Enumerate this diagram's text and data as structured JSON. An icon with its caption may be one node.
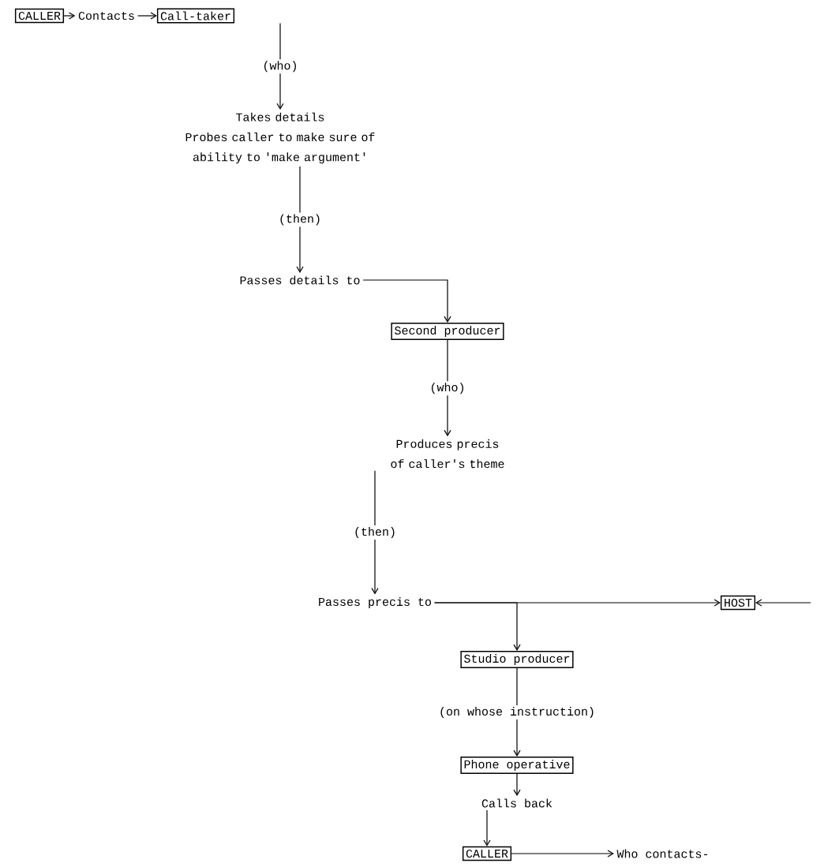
{
  "diagram": {
    "nodes": [
      {
        "text": [
          "CALLER"
        ]
      },
      {
        "text": [
          "Contacts"
        ]
      },
      {
        "text": [
          "Call-taker"
        ]
      },
      {
        "text": [
          "Takes details",
          "Probes caller to make sure of ability to 'make argument'"
        ]
      },
      {
        "text": [
          "Passes details to"
        ]
      },
      {
        "text": [
          "Second producer"
        ]
      },
      {
        "text": [
          "Produces precis of caller's theme"
        ]
      },
      {
        "text": [
          "Passes precis to"
        ]
      },
      {
        "text": [
          "HOST"
        ]
      },
      {
        "text": [
          "Studio producer"
        ]
      },
      {
        "text": [
          "Phone operative"
        ]
      },
      {
        "text": [
          "Calls back"
        ]
      },
      {
        "text": [
          "CALLER"
        ]
      },
      {
        "text": [
          "Who contacts-"
        ]
      }
    ],
    "edges": [
      {
        "from": 0,
        "to": 1,
        "arrow": "to"
      },
      {
        "from": 1,
        "to": 2,
        "arrow": "to"
      },
      {
        "from": 2,
        "to": 3,
        "arrow": "to",
        "label": "(who)"
      },
      {
        "from": 3,
        "to": 4,
        "arrow": "to",
        "label": "(then)"
      },
      {
        "from": 4,
        "to": 5,
        "arrow": "to"
      },
      {
        "from": 5,
        "to": 6,
        "arrow": "to",
        "label": "(who)"
      },
      {
        "from": 6,
        "to": 7,
        "arrow": "to",
        "label": "(then)"
      },
      {
        "from": 7,
        "to": 8,
        "arrow": "to"
      },
      {
        "from": 7,
        "to": 9,
        "arrow": "to"
      },
      {
        "from": 9,
        "to": 10,
        "arrow": "to",
        "label": "(on whose instruction)"
      },
      {
        "from": 10,
        "to": 11,
        "arrow": "to"
      },
      {
        "from": 11,
        "to": 12,
        "arrow": "to"
      },
      {
        "from": 12,
        "to": 13,
        "arrow": "to"
      },
      {
        "from": null,
        "to": 8,
        "arrow": "to"
      }
    ]
  }
}
